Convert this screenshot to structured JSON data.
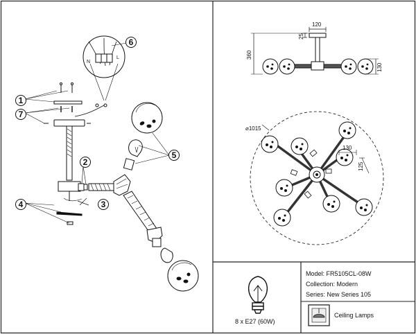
{
  "callouts": {
    "c1": "1",
    "c2": "2",
    "c3": "3",
    "c4": "4",
    "c5": "5",
    "c6": "6",
    "c7": "7"
  },
  "wiring": {
    "terminal_n": "N",
    "terminal_l": "L"
  },
  "side_view": {
    "canopy_width": "120",
    "canopy_height": "25",
    "total_height": "360",
    "shade_height": "130"
  },
  "top_view": {
    "diameter": "⌀1015",
    "arm_length": "130",
    "arm_offset": "125"
  },
  "lamp": {
    "bulb_spec": "8 x E27 (60W)"
  },
  "info": {
    "model": "Model: FR5105CL-08W",
    "collection": "Collection: Modern",
    "series": "Series: New Series 105",
    "category": "Ceiling Lamps"
  },
  "colors": {
    "line": "#111111",
    "frame": "#222222",
    "shade": "#d9d9d9",
    "dark_metal": "#3a3a3a"
  }
}
